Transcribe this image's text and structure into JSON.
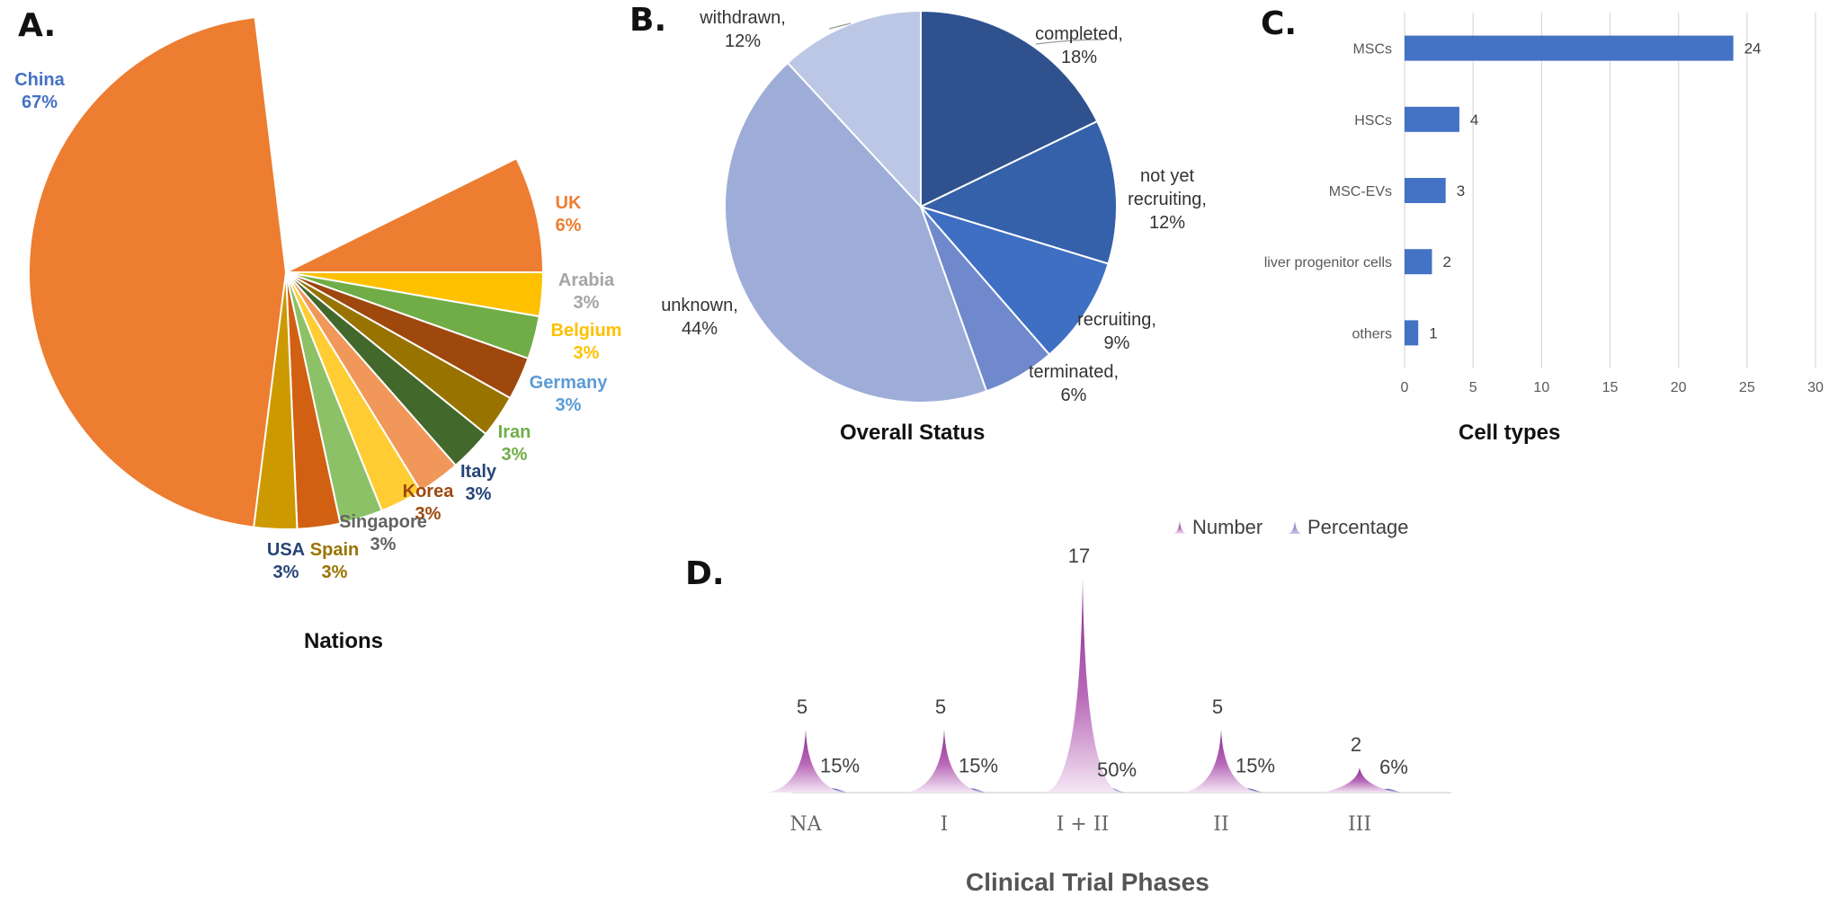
{
  "panels": {
    "a": "A.",
    "b": "B.",
    "c": "C.",
    "d": "D."
  },
  "chart_data": [
    {
      "id": "nations",
      "type": "pie",
      "title": "Nations",
      "slices": [
        {
          "label": "China",
          "pct": "67%",
          "value": 67,
          "color": "#ED7D31",
          "text_color": "#4472C4"
        },
        {
          "label": "UK",
          "pct": "6%",
          "value": 6,
          "color": "#FFC000",
          "text_color": "#ED7D31"
        },
        {
          "label": "Arabia",
          "pct": "3%",
          "value": 3,
          "color": "#70AD47",
          "text_color": "#A5A5A5"
        },
        {
          "label": "Belgium",
          "pct": "3%",
          "value": 3,
          "color": "#9E480E",
          "text_color": "#FFC000"
        },
        {
          "label": "Germany",
          "pct": "3%",
          "value": 3,
          "color": "#997300",
          "text_color": "#5B9BD5"
        },
        {
          "label": "Iran",
          "pct": "3%",
          "value": 3,
          "color": "#43682B",
          "text_color": "#70AD47"
        },
        {
          "label": "Italy",
          "pct": "3%",
          "value": 3,
          "color": "#F1975A",
          "text_color": "#264478"
        },
        {
          "label": "Korea",
          "pct": "3%",
          "value": 3,
          "color": "#FFCD33",
          "text_color": "#9E480E"
        },
        {
          "label": "Singapore",
          "pct": "3%",
          "value": 3,
          "color": "#8CC168",
          "text_color": "#636363"
        },
        {
          "label": "Spain",
          "pct": "3%",
          "value": 3,
          "color": "#D26012",
          "text_color": "#997300"
        },
        {
          "label": "USA",
          "pct": "3%",
          "value": 3,
          "color": "#CC9A00",
          "text_color": "#264478"
        }
      ]
    },
    {
      "id": "status",
      "type": "pie",
      "title": "Overall Status",
      "slices": [
        {
          "label": "completed,",
          "pct": "18%",
          "value": 18,
          "color": "#2F528F"
        },
        {
          "label": "not yet recruiting,",
          "pct": "12%",
          "value": 12,
          "color": "#3560AA"
        },
        {
          "label": "recruiting,",
          "pct": "9%",
          "value": 9,
          "color": "#3E6FC3"
        },
        {
          "label": "terminated,",
          "pct": "6%",
          "value": 6,
          "color": "#6F89CC"
        },
        {
          "label": "unknown,",
          "pct": "44%",
          "value": 44,
          "color": "#9EADD8"
        },
        {
          "label": "withdrawn,",
          "pct": "12%",
          "value": 12,
          "color": "#BCC7E5"
        }
      ]
    },
    {
      "id": "cells",
      "type": "bar",
      "orientation": "horizontal",
      "title": "Cell types",
      "categories": [
        "MSCs",
        "HSCs",
        "MSC-EVs",
        "liver progenitor cells",
        "others"
      ],
      "values": [
        24,
        4,
        3,
        2,
        1
      ],
      "xlim": [
        0,
        30
      ],
      "xticks": [
        "0",
        "5",
        "10",
        "15",
        "20",
        "25",
        "30"
      ],
      "grid": true,
      "color": "#4472C4"
    },
    {
      "id": "phases",
      "type": "area",
      "title": "Clinical Trial Phases",
      "categories": [
        "NA",
        "I",
        "I + II",
        "II",
        "III"
      ],
      "series": [
        {
          "name": "Number",
          "values": [
            5,
            5,
            17,
            5,
            2
          ],
          "labels": [
            "5",
            "5",
            "17",
            "5",
            "2"
          ],
          "color": "#A64CA6"
        },
        {
          "name": "Percentage",
          "values": [
            15,
            15,
            50,
            15,
            6
          ],
          "labels": [
            "15%",
            "15%",
            "50%",
            "15%",
            "6%"
          ],
          "color": "#6F6FB8"
        }
      ],
      "legend": "top-right"
    }
  ]
}
